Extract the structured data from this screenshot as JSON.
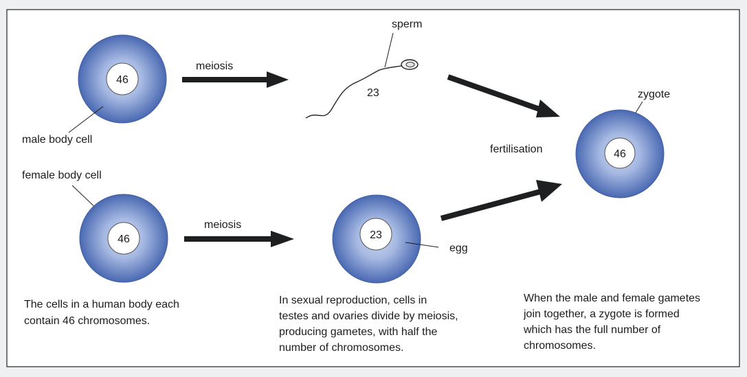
{
  "labels": {
    "sperm": "sperm",
    "sperm_count": "23",
    "male_body_cell": "male body cell",
    "female_body_cell": "female body cell",
    "meiosis_top": "meiosis",
    "meiosis_bottom": "meiosis",
    "fertilisation": "fertilisation",
    "zygote": "zygote",
    "egg": "egg"
  },
  "cells": {
    "male_count": "46",
    "female_count": "46",
    "egg_count": "23",
    "zygote_count": "46"
  },
  "captions": {
    "left": [
      "The cells in a human body each",
      "contain 46 chromosomes."
    ],
    "middle": [
      "In sexual reproduction, cells in",
      "testes and ovaries divide by meiosis,",
      "producing gametes, with half the",
      "number of chromosomes."
    ],
    "right": [
      "When the male and female gametes",
      "join together, a zygote is formed",
      "which has the full number of",
      "chromosomes."
    ]
  },
  "colors": {
    "cell_edge": "#4a69b2",
    "cell_mid": "#7d99d2",
    "cell_center": "#c9d6ee",
    "arrow": "#1d1f21"
  }
}
